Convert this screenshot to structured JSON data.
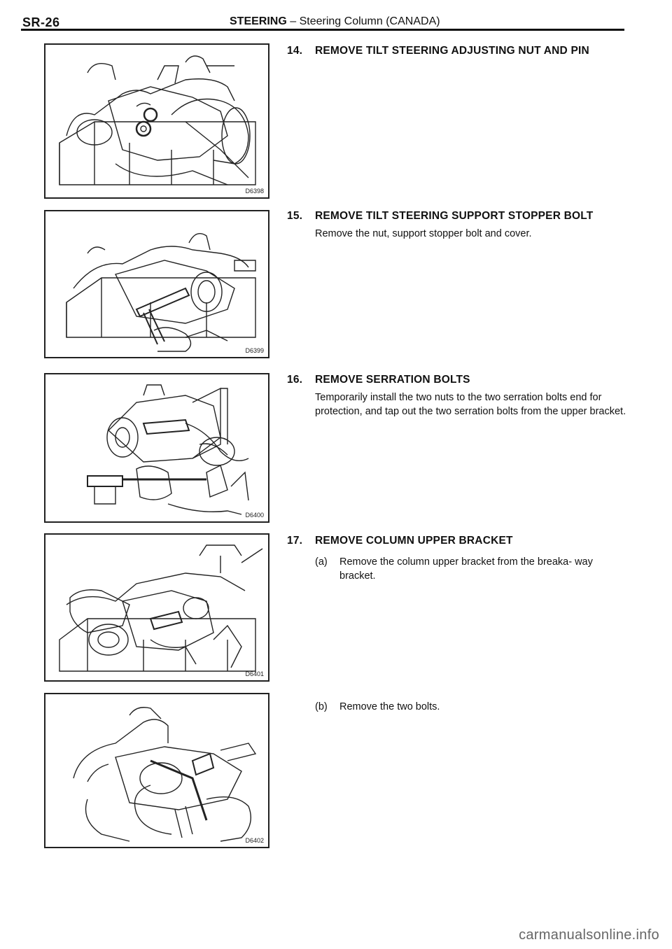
{
  "header": {
    "page_code": "SR-26",
    "section": "STEERING",
    "separator": "–",
    "subtitle": "Steering Column (CANADA)"
  },
  "figures": [
    {
      "id": "D6398"
    },
    {
      "id": "D6399"
    },
    {
      "id": "D6400"
    },
    {
      "id": "D6401"
    },
    {
      "id": "D6402"
    }
  ],
  "steps": [
    {
      "number": "14.",
      "title": "REMOVE TILT STEERING ADJUSTING NUT AND PIN"
    },
    {
      "number": "15.",
      "title": "REMOVE TILT STEERING SUPPORT STOPPER BOLT",
      "body": "Remove the nut, support stopper bolt and cover."
    },
    {
      "number": "16.",
      "title": "REMOVE SERRATION BOLTS",
      "body": "Temporarily install the two nuts to the two serration bolts end for protection, and tap out the two serration bolts from the upper bracket."
    },
    {
      "number": "17.",
      "title": "REMOVE COLUMN UPPER BRACKET",
      "substeps": [
        {
          "mark": "(a)",
          "text": "Remove the column upper bracket from the breaka- way bracket."
        },
        {
          "mark": "(b)",
          "text": "Remove the two bolts."
        }
      ]
    }
  ],
  "watermark": "carmanualsonline.info"
}
